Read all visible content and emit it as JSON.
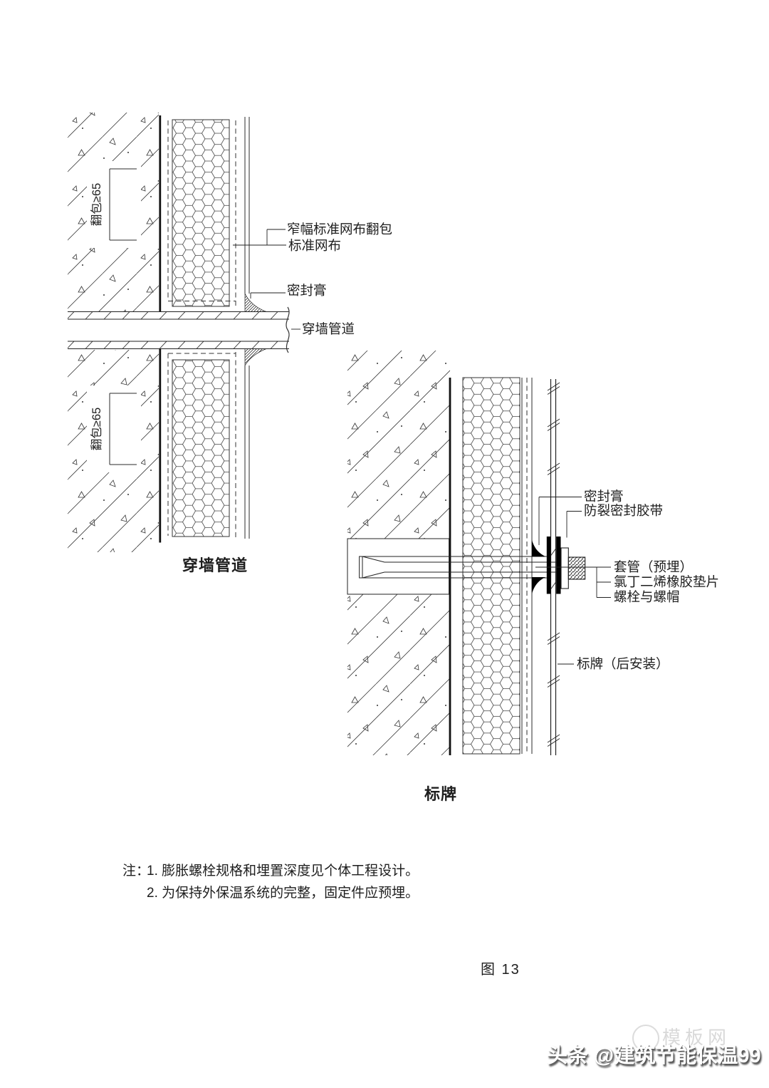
{
  "figure": {
    "number_label": "图 13"
  },
  "detail_pipe": {
    "caption": "穿墙管道",
    "dim_wrap": "翻包≥65",
    "label_narrow_mesh_wrap": "窄幅标准网布翻包",
    "label_standard_mesh": "标准网布",
    "label_sealant": "密封膏",
    "label_pipe": "穿墙管道"
  },
  "detail_sign": {
    "caption": "标牌",
    "label_sealant": "密封膏",
    "label_crack_tape": "防裂密封胶带",
    "label_sleeve": "套管（预埋）",
    "label_rubber_gasket": "氯丁二烯橡胶垫片",
    "label_bolt_nut": "螺栓与螺帽",
    "label_sign_plate": "标牌（后安装）"
  },
  "notes": {
    "prefix": "注：",
    "item1": "1. 膨胀螺栓规格和埋置深度见个体工程设计。",
    "item2": "2. 为保持外保温系统的完整，固定件应预埋。"
  },
  "watermark": {
    "main": "头条 @建筑节能保温99",
    "faint": "模板网"
  },
  "colors": {
    "line": "#2b2b2b",
    "background": "#ffffff",
    "watermark_text": "#ffffff",
    "watermark_shadow": "#4d4d4d",
    "faint_watermark": "#d9d9d9"
  }
}
